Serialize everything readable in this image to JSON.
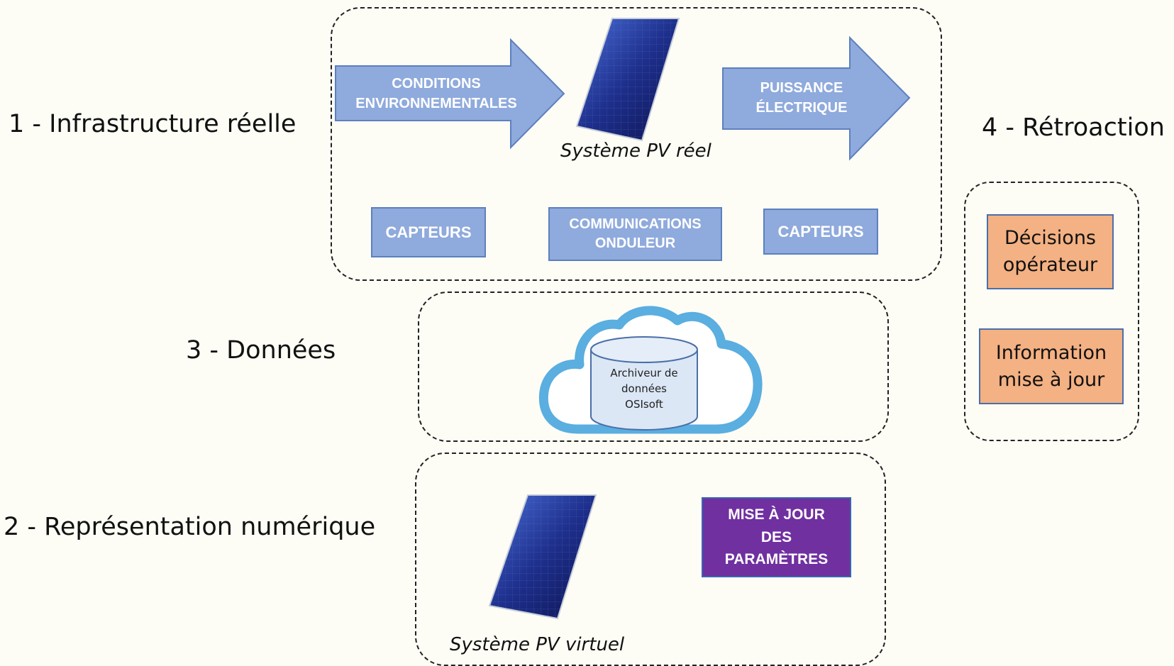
{
  "sections": {
    "infra": "1 - Infrastructure réelle",
    "numerique": "2 - Représentation numérique",
    "donnees": "3 - Données",
    "retroaction": "4 - Rétroaction"
  },
  "infrastructure": {
    "arrow_in": "CONDITIONS\nENVIRONNEMENTALES",
    "arrow_out": "PUISSANCE\nÉLECTRIQUE",
    "pv_caption": "Système PV réel",
    "sensors_left": "CAPTEURS",
    "inverter_comms": "COMMUNICATIONS\nONDULEUR",
    "sensors_right": "CAPTEURS"
  },
  "data": {
    "archive": "Archiveur de\ndonnées\nOSIsoft"
  },
  "digital": {
    "pv_caption": "Système PV virtuel",
    "param_update": "MISE À JOUR\nDES\nPARAMÈTRES"
  },
  "feedback": {
    "operator_decisions": "Décisions\nopérateur",
    "info_update": "Information\nmise à jour"
  },
  "colors": {
    "blue_fill": "#8faadc",
    "orange_fill": "#f4b183",
    "purple_fill": "#7030a0",
    "cloud_stroke": "#5aaee0",
    "cylinder_fill": "#dbe7f5"
  }
}
